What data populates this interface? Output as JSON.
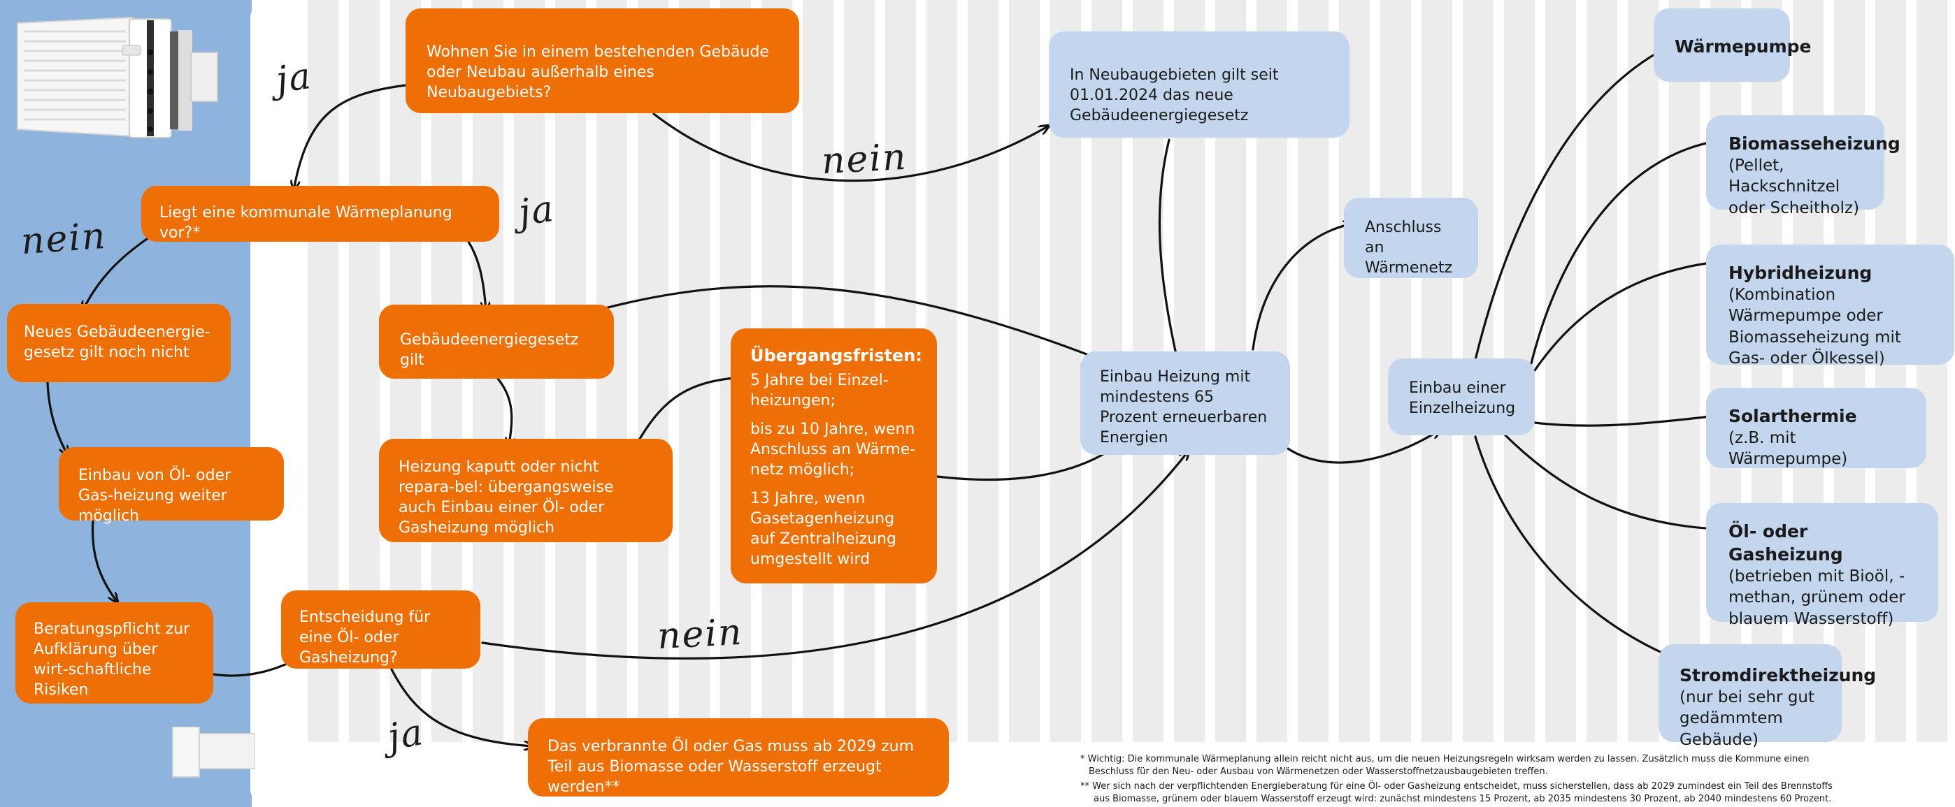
{
  "nodes": {
    "q_wohnen": "Wohnen Sie in einem bestehenden Gebäude oder Neubau außerhalb eines Neubaugebiets?",
    "q_kwp": "Liegt eine kommunale Wärmeplanung vor?*",
    "geg_nicht": "Neues Gebäudeenergie-gesetz gilt noch nicht",
    "oel_gas_moeglich": "Einbau von Öl- oder Gas-heizung weiter möglich",
    "beratung": "Beratungspflicht zur Aufklärung über wirt-schaftliche Risiken",
    "geg_gilt": "Gebäudeenergiegesetz gilt",
    "kaputt": "Heizung kaputt oder nicht repara-bel: übergangsweise auch Einbau einer Öl- oder Gasheizung möglich",
    "q_entscheidung": "Entscheidung für eine Öl- oder Gasheizung?",
    "oel_2029": "Das verbrannte Öl oder Gas muss ab 2029 zum Teil aus Biomasse oder Wasserstoff erzeugt werden**",
    "fristen": {
      "title": "Übergangsfristen:",
      "items": [
        "5 Jahre bei Einzel-heizungen;",
        "bis zu 10 Jahre, wenn Anschluss an Wärme-netz möglich;",
        "13 Jahre, wenn Gasetagenheizung auf Zentralheizung umgestellt wird"
      ]
    },
    "neubaugebiet": "In Neubaugebieten gilt seit 01.01.2024 das neue Gebäudeenergiegesetz",
    "einbau65": "Einbau Heizung mit mindestens 65 Prozent erneuerbaren Energien",
    "waermenetz": "Anschluss an Wärmenetz",
    "einzelheizung": "Einbau einer Einzelheizung"
  },
  "options": [
    {
      "title": "Wärmepumpe",
      "detail": ""
    },
    {
      "title": "Biomasseheizung",
      "detail": "(Pellet, Hackschnitzel oder Scheitholz)"
    },
    {
      "title": "Hybridheizung",
      "detail": "(Kombination Wärmepumpe oder Biomasseheizung mit Gas- oder Ölkessel)"
    },
    {
      "title": "Solarthermie",
      "detail": "(z.B. mit Wärmepumpe)"
    },
    {
      "title": "Öl- oder Gasheizung",
      "detail": "(betrieben mit Bioöl, -methan, grünem oder blauem Wasserstoff)"
    },
    {
      "title": "Stromdirektheizung",
      "detail": "(nur bei sehr gut gedämmtem Gebäude)"
    }
  ],
  "labels": {
    "ja": "ja",
    "nein": "nein"
  },
  "footnotes": [
    "* Wichtig: Die kommunale Wärmeplanung allein reicht nicht aus, um die neuen Heizungsregeln wirksam werden zu lassen. Zusätzlich muss die Kommune einen",
    "Beschluss für den Neu- oder Ausbau von Wärmenetzen oder Wasserstoffnetzausbaugebieten treffen.",
    "** Wer sich nach der verpflichtenden Energieberatung für eine Öl- oder Gasheizung entscheidet, muss sicherstellen, dass ab 2029 zumindest ein Teil des Brennstoffs",
    "aus Biomasse, grünem oder blauem Wasserstoff erzeugt wird: zunächst mindestens 15 Prozent, ab 2035 mindestens 30 Prozent, ab 2040 mindestens 60 Prozent."
  ],
  "colors": {
    "orange": "#ee6f05",
    "light_blue": "#c3d6ee",
    "sidebar_blue": "#8eb4de",
    "stripe_gray": "#ececec"
  },
  "icons": [
    "radiator-thermostat-icon",
    "radiator-pipe-icon"
  ]
}
